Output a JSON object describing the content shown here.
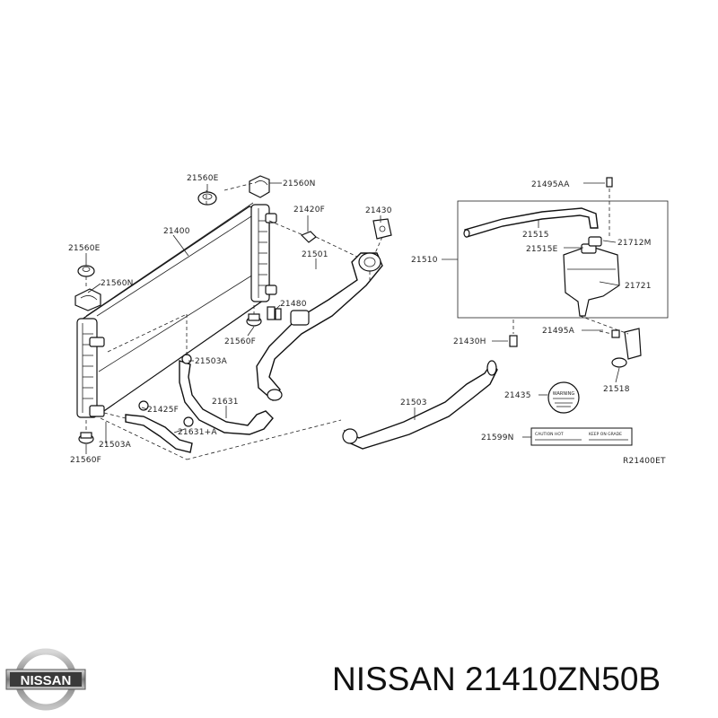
{
  "labels": {
    "p21560E_top": "21560E",
    "p21560N_top": "21560N",
    "p21400": "21400",
    "p21420F": "21420F",
    "p21430": "21430",
    "p21560E_left": "21560E",
    "p21560N_left": "21560N",
    "p21501": "21501",
    "p21480": "21480",
    "p21560F_mid": "21560F",
    "p21503A_mid": "21503A",
    "p21425F": "21425F",
    "p21631": "21631",
    "p21631pA": "21631+A",
    "p21503A_low": "21503A",
    "p21560F_low": "21560F",
    "p21503": "21503",
    "p21495AA": "21495AA",
    "p21515": "21515",
    "p21515E": "21515E",
    "p21712M": "21712M",
    "p21510": "21510",
    "p21721": "21721",
    "p21430H": "21430H",
    "p21495A": "21495A",
    "p21518": "21518",
    "p21435": "21435",
    "p21599N": "21599N",
    "ref": "R21400ET"
  },
  "cap_text": "WARNING",
  "sticker_text_left": "CAUTION HOT",
  "sticker_text_right": "KEEP ON GRADE",
  "logo_text": "NISSAN",
  "title": "NISSAN 21410ZN50B"
}
